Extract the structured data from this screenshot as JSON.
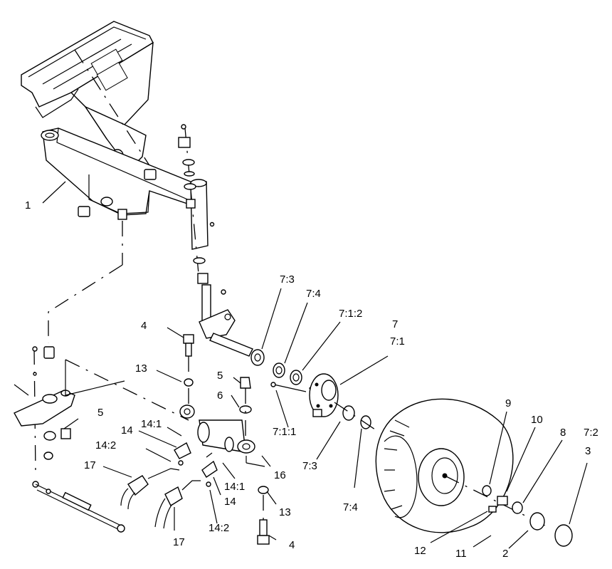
{
  "callouts": {
    "c1": "1",
    "c4_top": "4",
    "c13_top": "13",
    "c5_left": "5",
    "c5_mid": "5",
    "c6": "6",
    "c14_1_left": "14:1",
    "c14_left": "14",
    "c14_2_left": "14:2",
    "c17_left": "17",
    "c17_bottom": "17",
    "c14_1_right": "14:1",
    "c14_right": "14",
    "c14_2_bottom": "14:2",
    "c16": "16",
    "c13_bottom": "13",
    "c4_bottom": "4",
    "c7_3_top": "7:3",
    "c7_4_top": "7:4",
    "c7_1_2": "7:1:2",
    "c7": "7",
    "c7_1": "7:1",
    "c7_1_1": "7:1:1",
    "c7_3_bottom": "7:3",
    "c7_4_bottom": "7:4",
    "c9": "9",
    "c10": "10",
    "c8": "8",
    "c7_2": "7:2",
    "c3": "3",
    "c12": "12",
    "c11": "11",
    "c2": "2"
  }
}
